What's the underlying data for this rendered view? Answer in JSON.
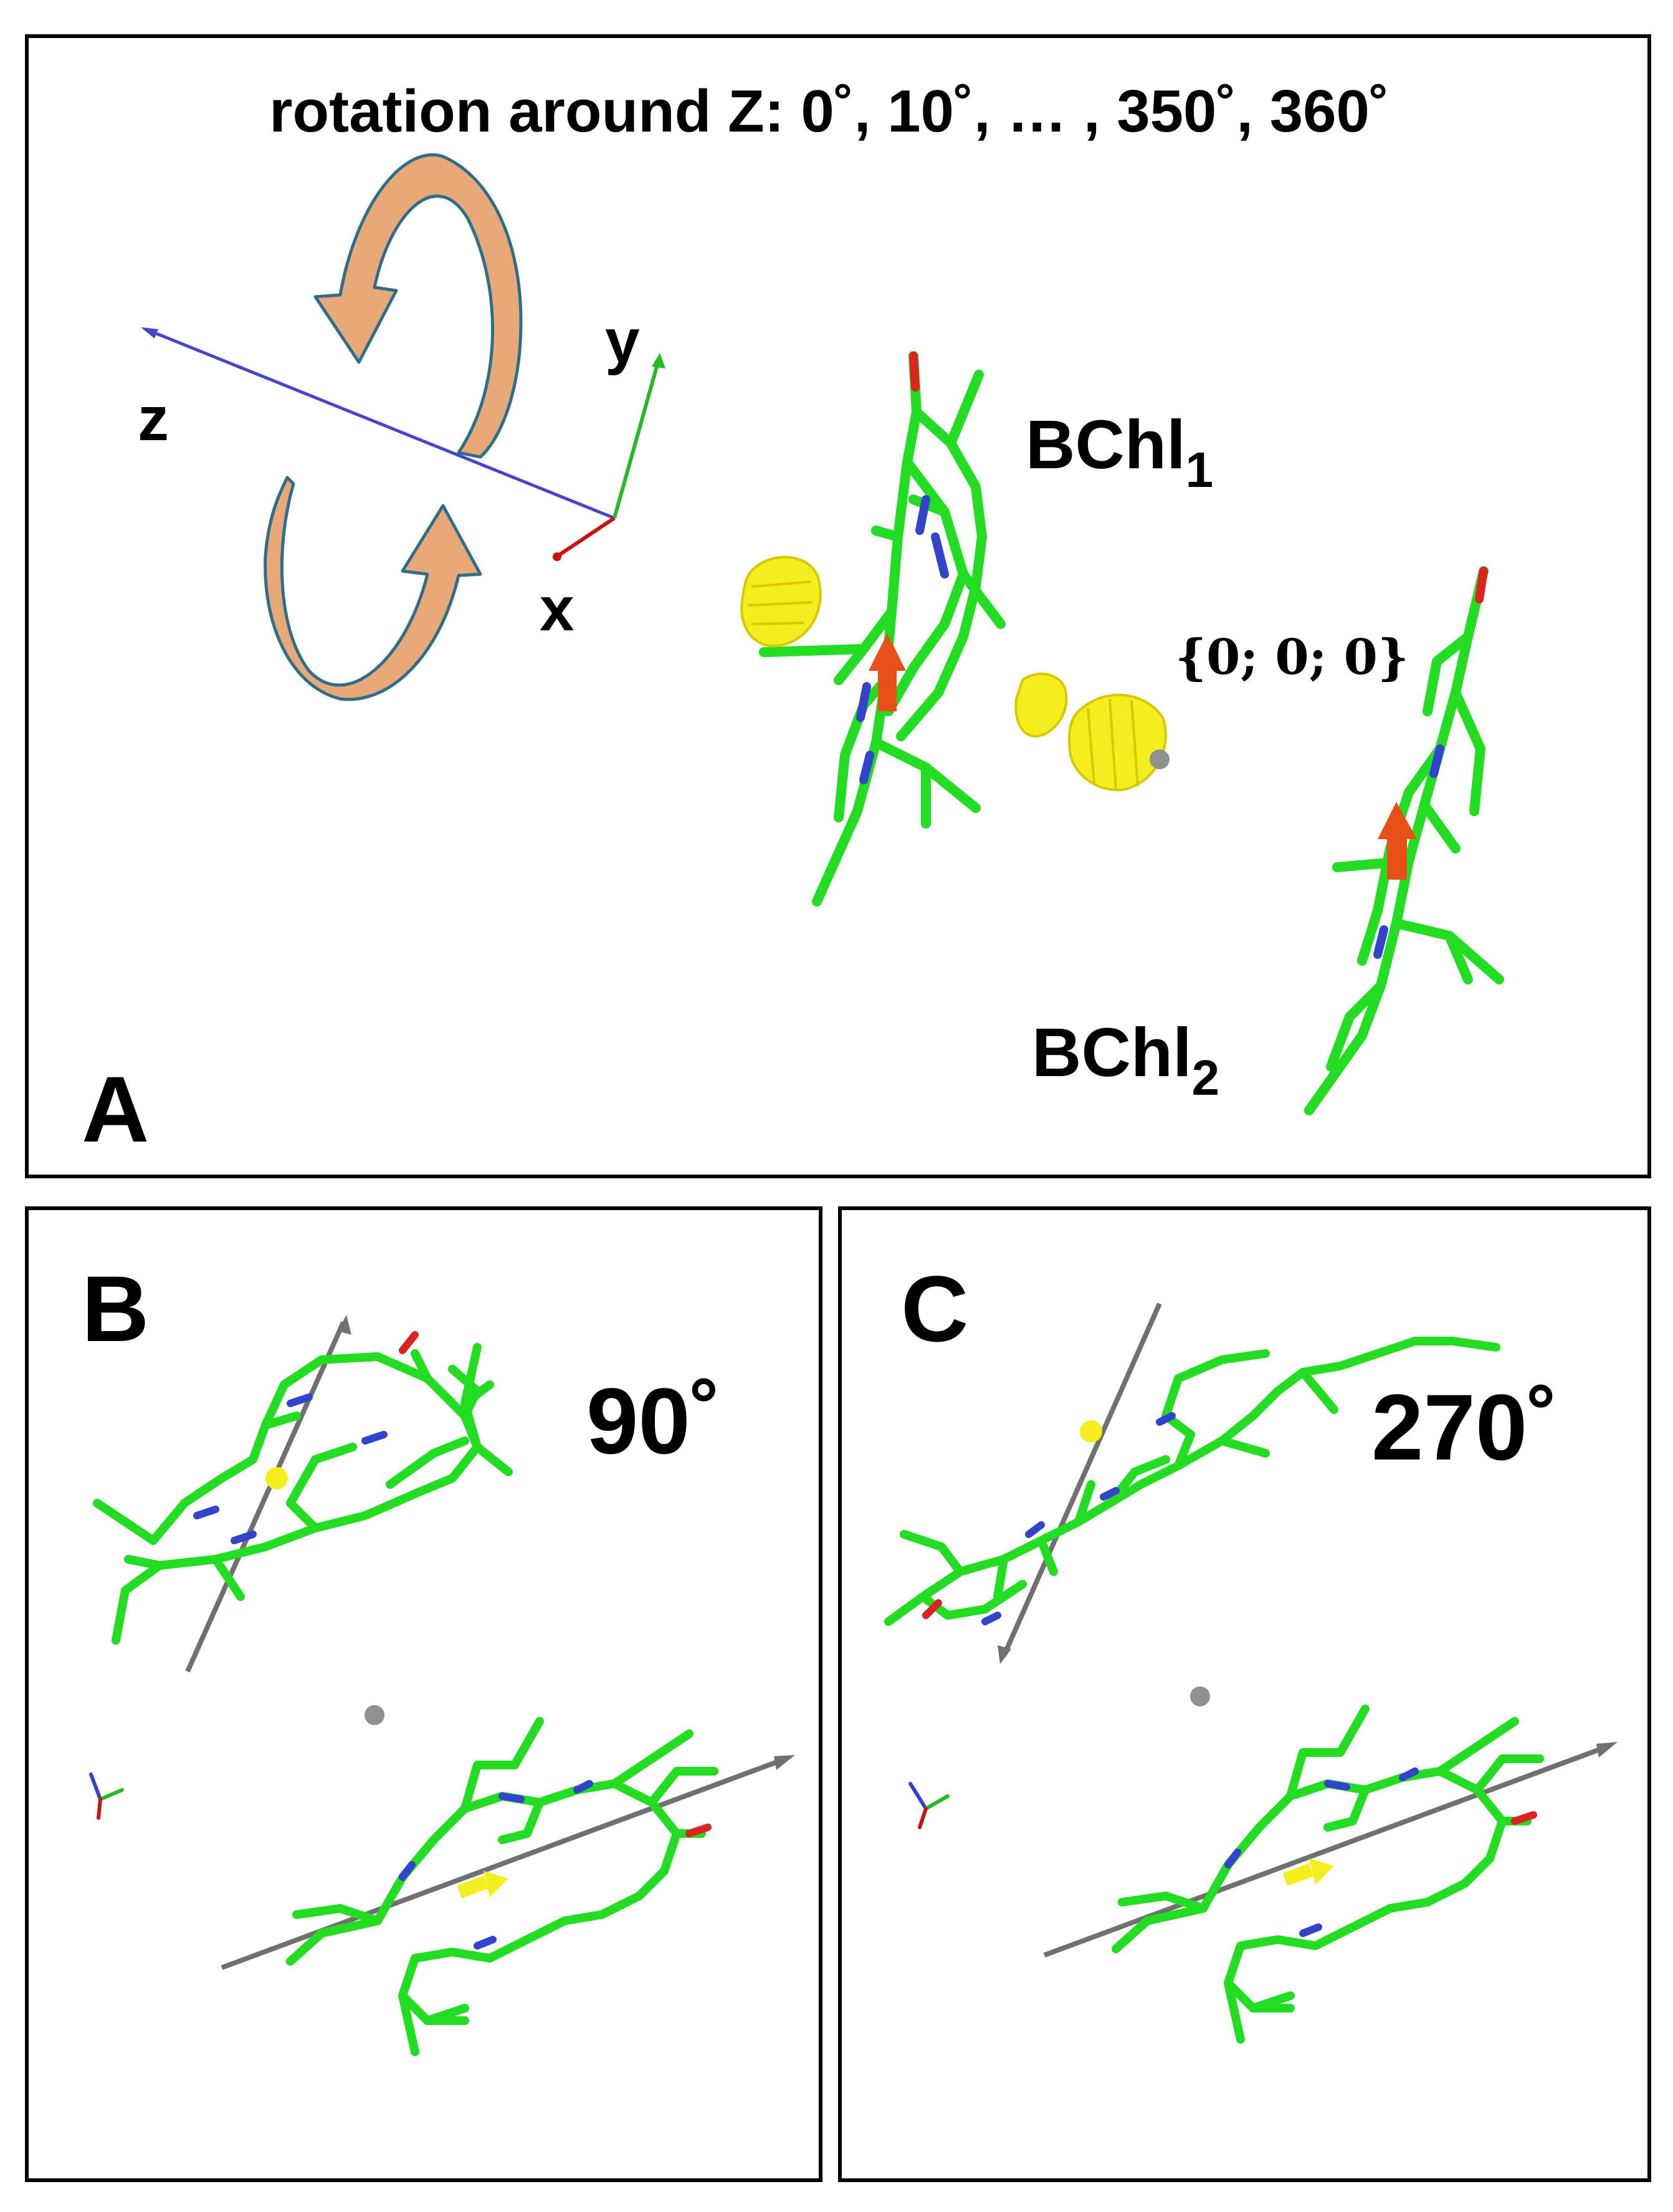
{
  "panel_a": {
    "letter": "A",
    "title": "rotation around Z: 0˚, 10˚, … , 350˚, 360˚",
    "axis_z": "z",
    "axis_y": "y",
    "axis_x": "x",
    "label_1_base": "BChl",
    "label_1_sub": "1",
    "label_2_base": "BChl",
    "label_2_sub": "2",
    "origin_label": "{0; 0; 0}"
  },
  "panel_b": {
    "letter": "B",
    "angle": "90˚"
  },
  "panel_c": {
    "letter": "C",
    "angle": "270˚"
  },
  "colors": {
    "carbon": "#22dd22",
    "nitrogen": "#3344cc",
    "oxygen": "#dd2222",
    "density": "#f5ee1e",
    "arrow_red": "#e8501a",
    "axis_z": "#4444cc",
    "axis_y": "#22bb22",
    "axis_x": "#cc1111",
    "rotation_arrow": "#e9a878",
    "rotation_edge": "#2f6e8a",
    "dipole_gray": "#707070"
  }
}
